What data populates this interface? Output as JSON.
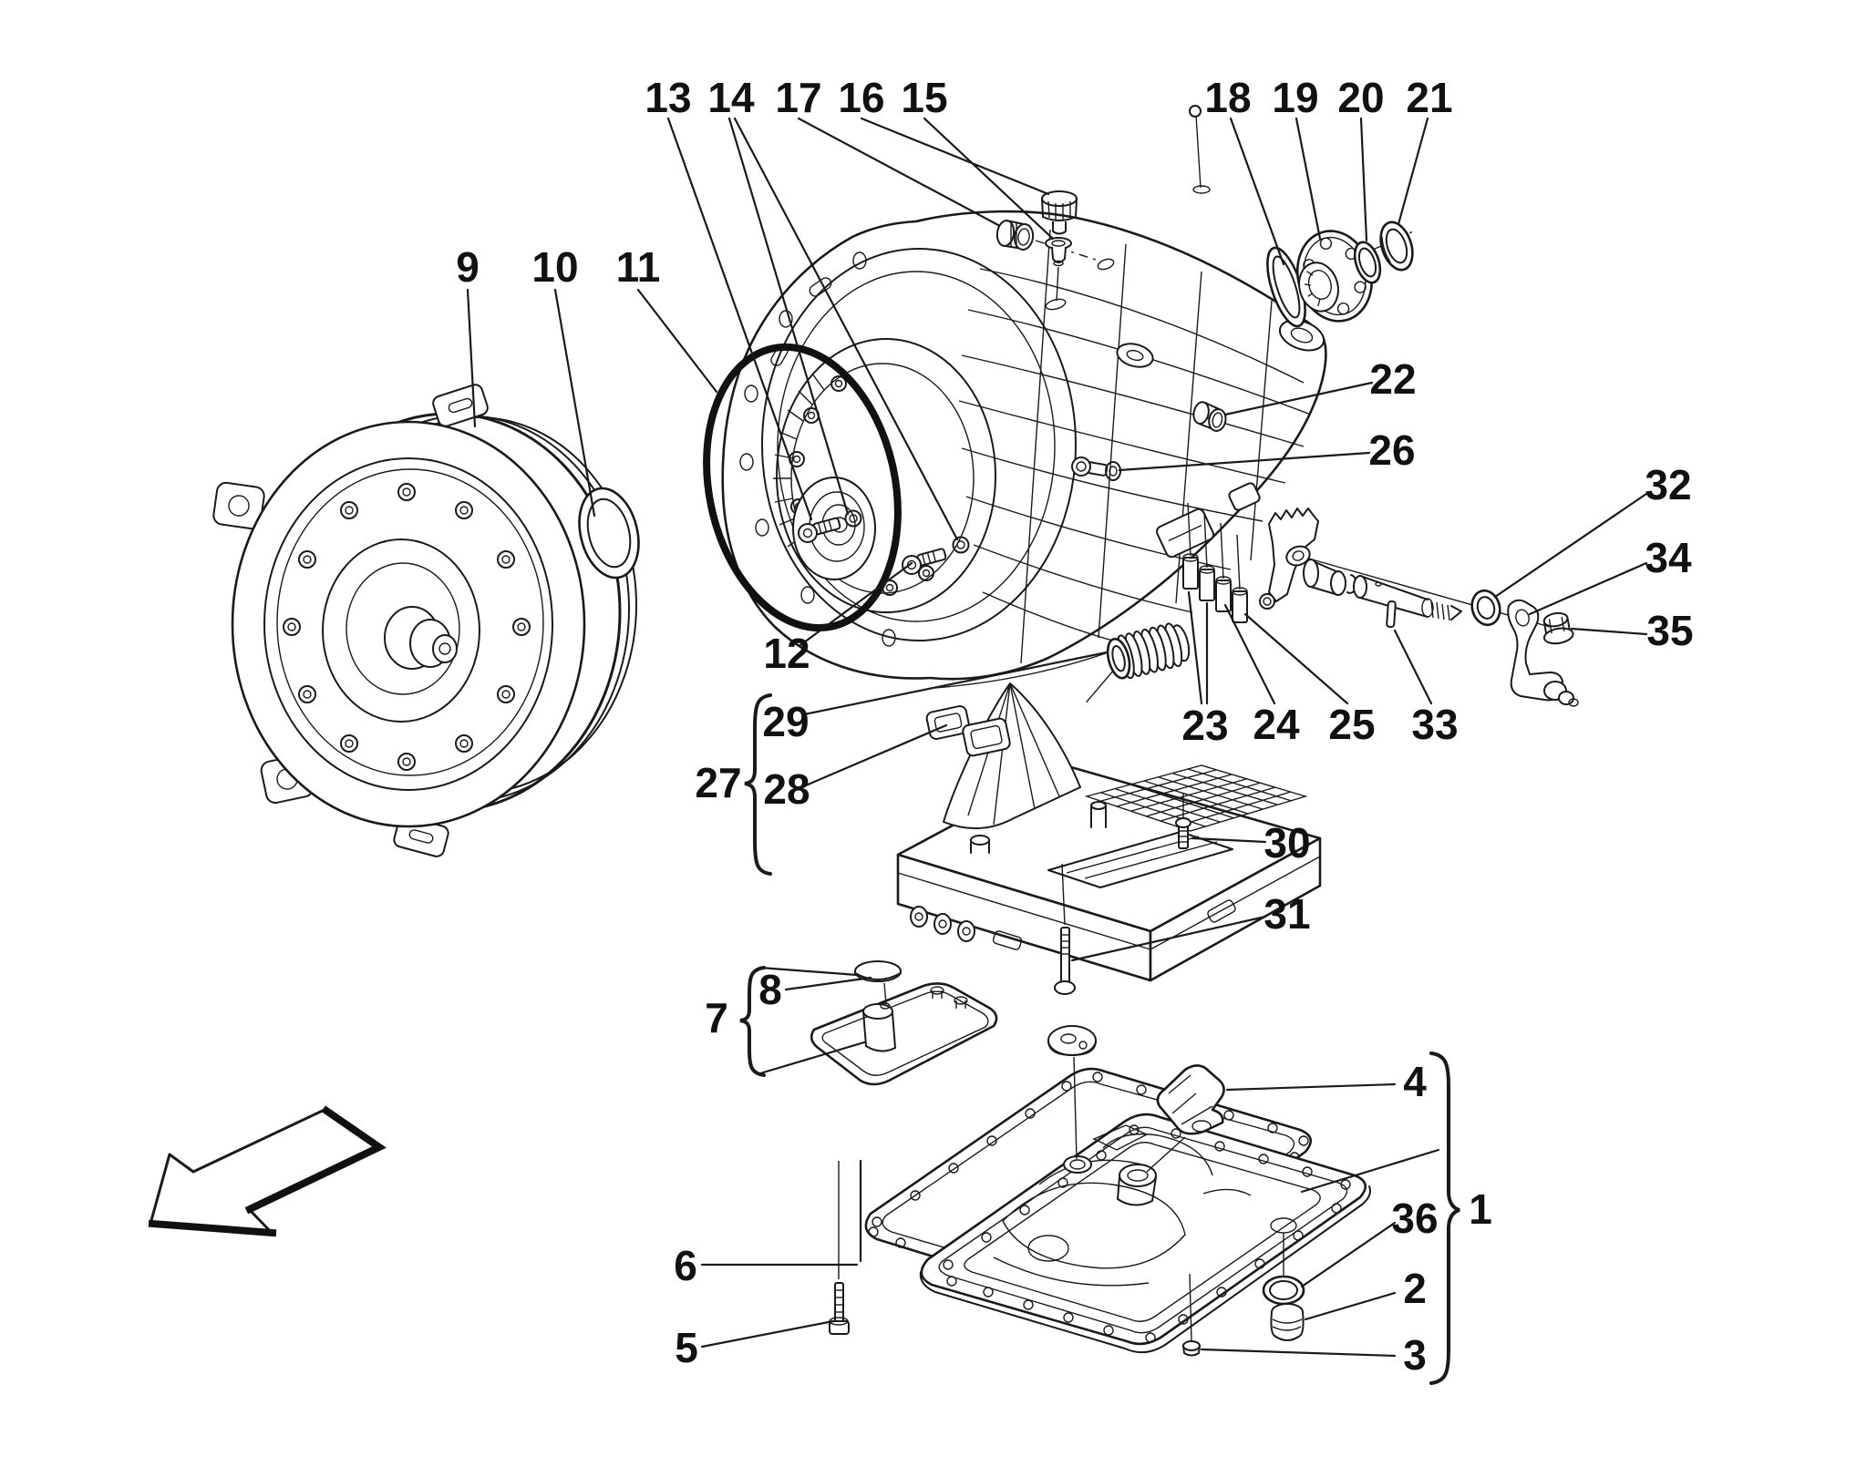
{
  "diagram": {
    "kind": "exploded-parts-diagram",
    "subject": "gearbox-housings-torque-converter-valve-body-oil-sump",
    "background_color": "#ffffff",
    "line_color": "#1a1a1a"
  },
  "callouts": {
    "n1": "1",
    "n2": "2",
    "n3": "3",
    "n4": "4",
    "n5": "5",
    "n6": "6",
    "n7": "7",
    "n8": "8",
    "n9": "9",
    "n10": "10",
    "n11": "11",
    "n12": "12",
    "n13": "13",
    "n14": "14",
    "n15": "15",
    "n16": "16",
    "n17": "17",
    "n18": "18",
    "n19": "19",
    "n20": "20",
    "n21": "21",
    "n22": "22",
    "n23": "23",
    "n24": "24",
    "n25": "25",
    "n26": "26",
    "n27": "27",
    "n28": "28",
    "n29": "29",
    "n30": "30",
    "n31": "31",
    "n32": "32",
    "n33": "33",
    "n34": "34",
    "n35": "35",
    "n36": "36"
  }
}
